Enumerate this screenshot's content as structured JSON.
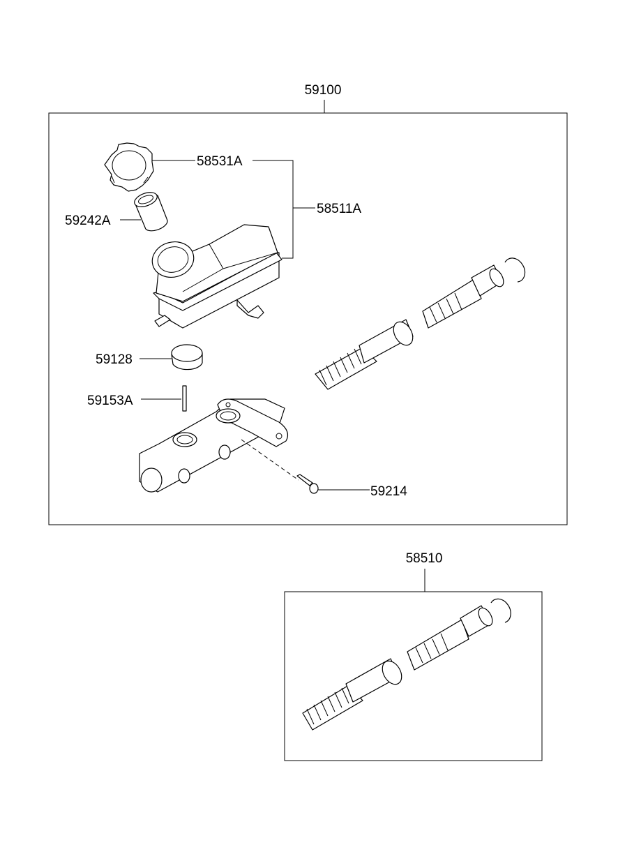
{
  "assemblies": [
    {
      "part_no": "59100"
    },
    {
      "part_no": "58510"
    }
  ],
  "callouts": {
    "cap": "58531A",
    "reservoir": "58511A",
    "strainer": "59242A",
    "grommet": "59128",
    "pin": "59153A",
    "bolt": "59214"
  }
}
